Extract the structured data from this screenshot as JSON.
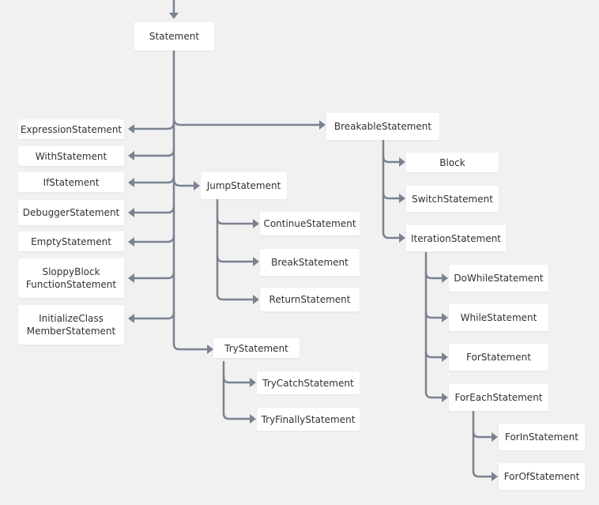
{
  "diagram": {
    "nodes": {
      "statement": "Statement",
      "expression": "ExpressionStatement",
      "with": "WithStatement",
      "if": "IfStatement",
      "debugger": "DebuggerStatement",
      "empty": "EmptyStatement",
      "sloppy": "SloppyBlock\nFunctionStatement",
      "initialize": "InitializeClass\nMemberStatement",
      "breakable": "BreakableStatement",
      "block": "Block",
      "switch": "SwitchStatement",
      "iteration": "IterationStatement",
      "dowhile": "DoWhileStatement",
      "while": "WhileStatement",
      "for": "ForStatement",
      "foreach": "ForEachStatement",
      "forin": "ForInStatement",
      "forof": "ForOfStatement",
      "jump": "JumpStatement",
      "continue": "ContinueStatement",
      "break": "BreakStatement",
      "return": "ReturnStatement",
      "try": "TryStatement",
      "trycatch": "TryCatchStatement",
      "tryfinally": "TryFinallyStatement"
    },
    "colors": {
      "background": "#f1f1f2",
      "node": "#ffffff",
      "edge": "#7a8290",
      "text": "#2f3136"
    }
  }
}
